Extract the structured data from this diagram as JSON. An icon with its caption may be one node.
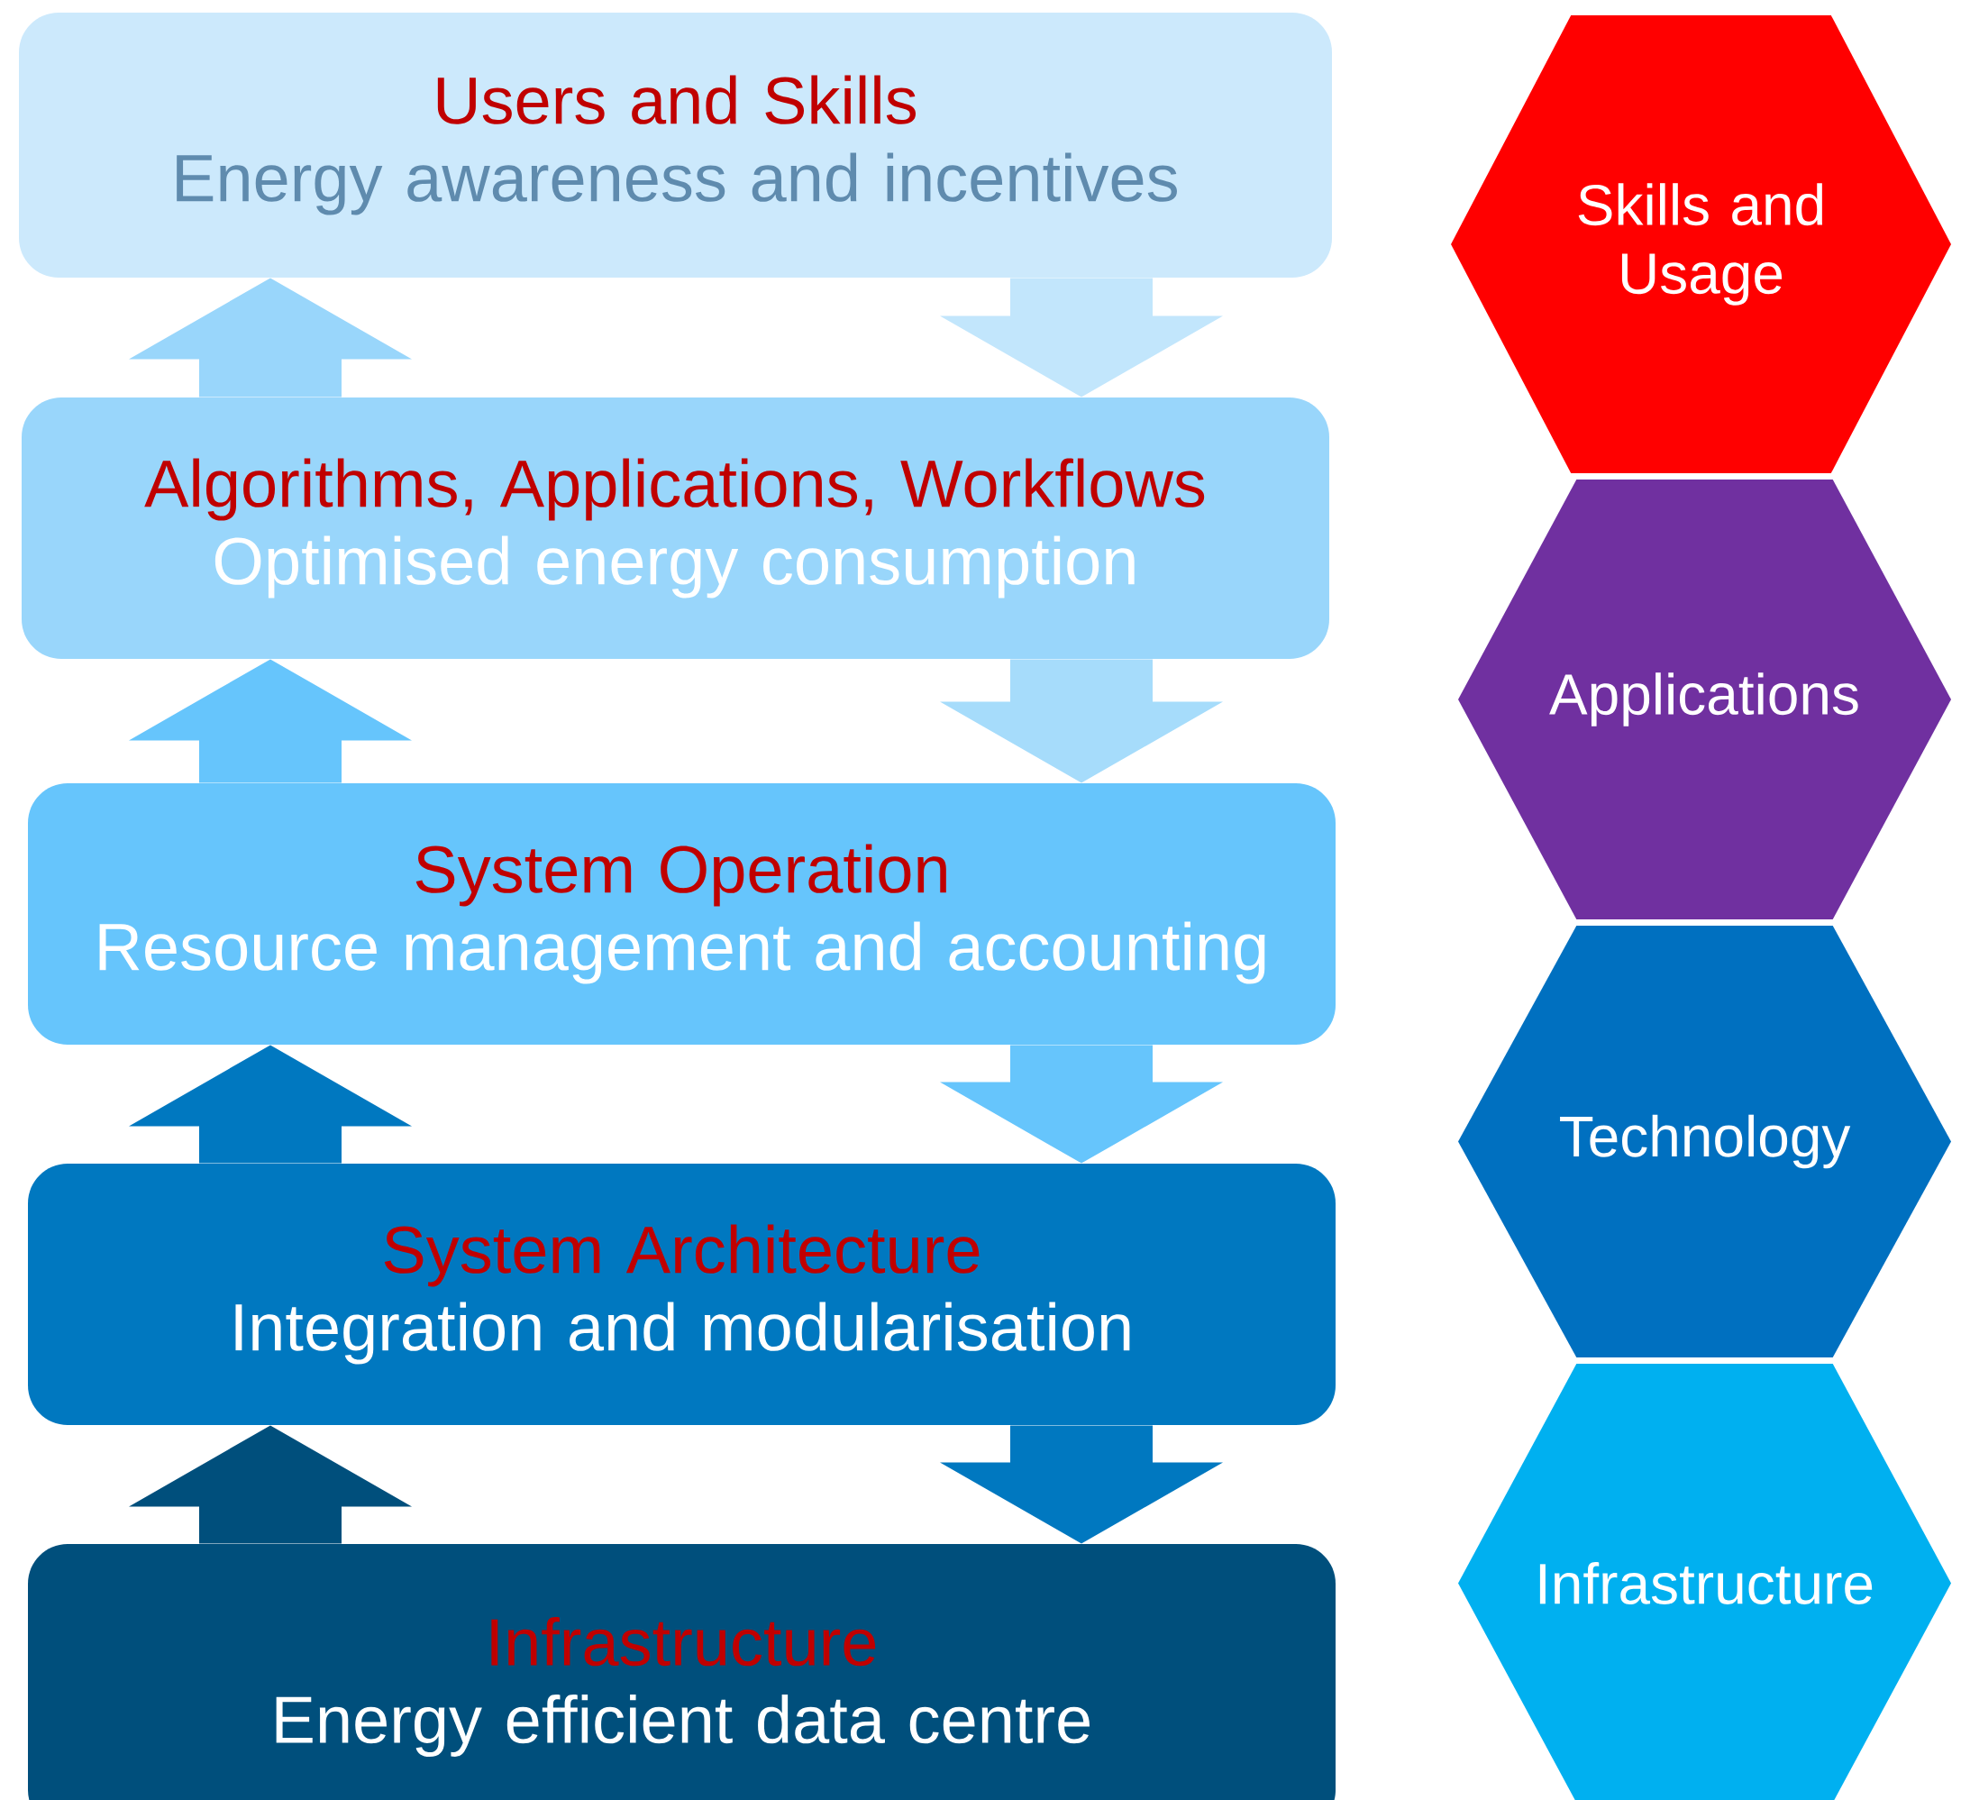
{
  "diagram": {
    "nodes": [
      {
        "text": [
          "Users and Skills",
          "Energy awareness and incentives"
        ]
      },
      {
        "text": [
          "Algorithms, Applications, Workflows",
          "Optimised energy consumption"
        ]
      },
      {
        "text": [
          "System Operation",
          "Resource management and accounting"
        ]
      },
      {
        "text": [
          "System Architecture",
          "Integration and modularisation"
        ]
      },
      {
        "text": [
          "Infrastructure",
          "Energy efficient data centre"
        ]
      },
      {
        "text": [
          "Skills and Usage"
        ]
      },
      {
        "text": [
          "Applications"
        ]
      },
      {
        "text": [
          "Technology"
        ]
      },
      {
        "text": [
          "Infrastructure"
        ]
      }
    ],
    "edges": [
      {
        "from": 1,
        "to": 0,
        "arrow": "to",
        "color": "#99d6fb"
      },
      {
        "from": 0,
        "to": 1,
        "arrow": "to",
        "color": "#c2e6fc"
      },
      {
        "from": 2,
        "to": 1,
        "arrow": "to",
        "color": "#66c5fc"
      },
      {
        "from": 1,
        "to": 2,
        "arrow": "to",
        "color": "#a6dcfb"
      },
      {
        "from": 3,
        "to": 2,
        "arrow": "to",
        "color": "#0078c0"
      },
      {
        "from": 2,
        "to": 3,
        "arrow": "to",
        "color": "#66c5fc"
      },
      {
        "from": 4,
        "to": 3,
        "arrow": "to",
        "color": "#004f7c"
      },
      {
        "from": 3,
        "to": 4,
        "arrow": "to",
        "color": "#0078c0"
      }
    ]
  }
}
